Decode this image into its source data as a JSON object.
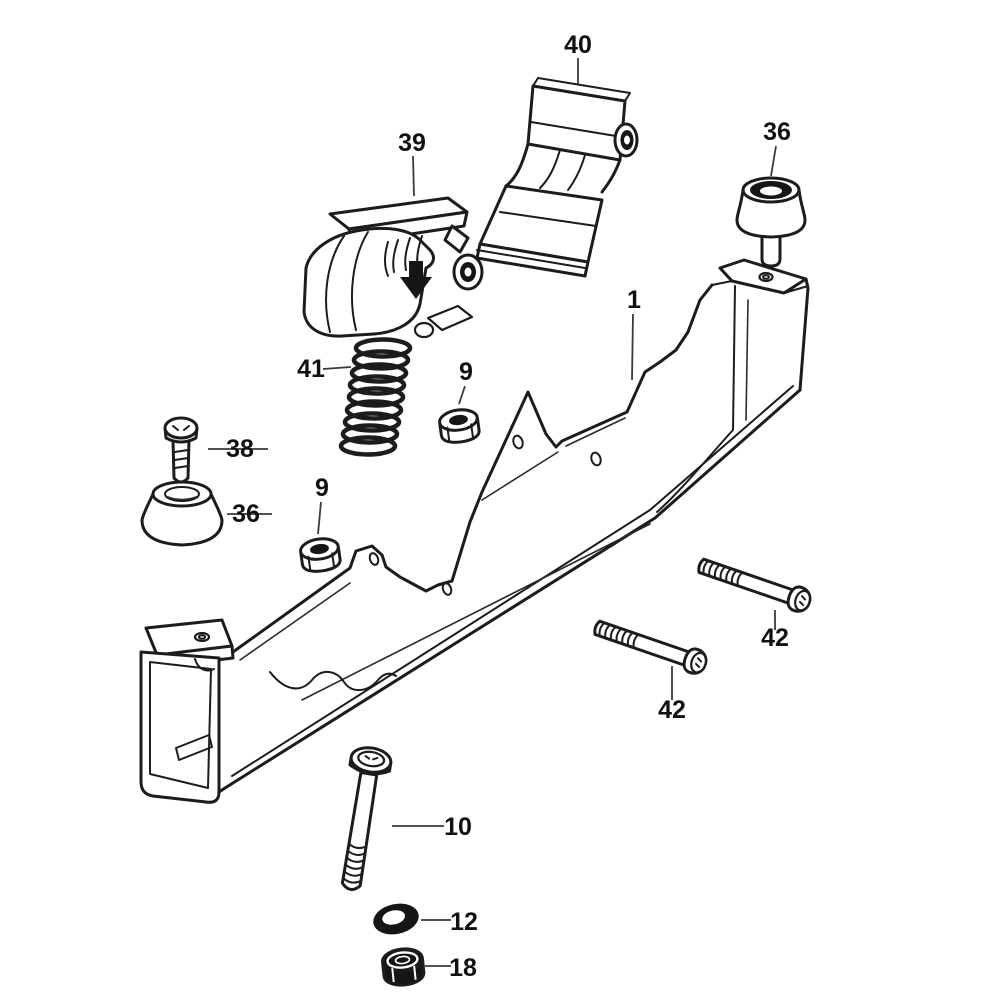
{
  "canvas": {
    "background": "#ffffff",
    "line_color": "#1c1c1c",
    "label_color": "#111111",
    "type": "exploded-parts-diagram"
  },
  "callouts": [
    {
      "label": "40"
    },
    {
      "label": "39"
    },
    {
      "label": "36"
    },
    {
      "label": "1"
    },
    {
      "label": "41"
    },
    {
      "label": "9"
    },
    {
      "label": "38"
    },
    {
      "label": "36"
    },
    {
      "label": "9"
    },
    {
      "label": "42"
    },
    {
      "label": "42"
    },
    {
      "label": "10"
    },
    {
      "label": "12"
    },
    {
      "label": "18"
    }
  ]
}
